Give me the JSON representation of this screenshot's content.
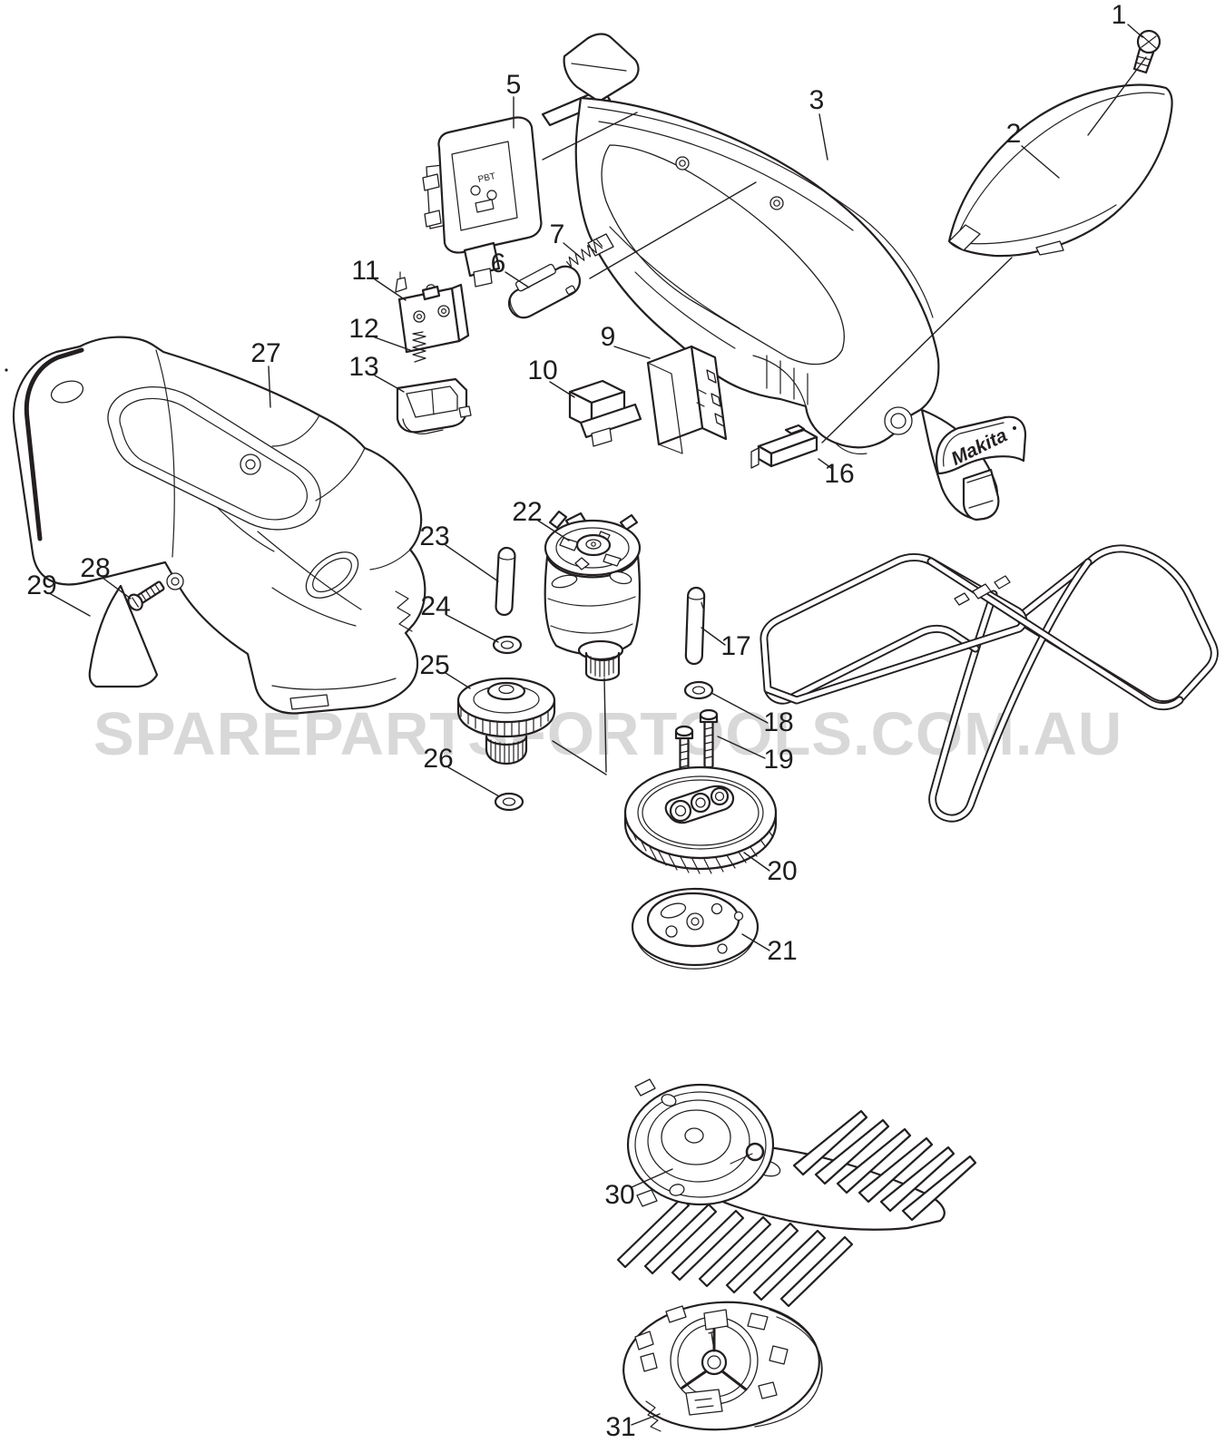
{
  "watermark": {
    "text": "SPAREPARTSFORTOOLS.COM.AU",
    "color": "#d8d8d8"
  },
  "brand_badge": {
    "text": "Makita"
  },
  "terminal_block": {
    "text": "PBT"
  },
  "colors": {
    "line": "#231f20",
    "background": "#ffffff",
    "label": "#1d1d1d"
  },
  "parts": {
    "p1": {
      "label": "1"
    },
    "p2": {
      "label": "2"
    },
    "p3": {
      "label": "3"
    },
    "p5": {
      "label": "5"
    },
    "p6": {
      "label": "6"
    },
    "p7": {
      "label": "7"
    },
    "p9": {
      "label": "9"
    },
    "p10": {
      "label": "10"
    },
    "p11": {
      "label": "11"
    },
    "p12": {
      "label": "12"
    },
    "p13": {
      "label": "13"
    },
    "p16": {
      "label": "16"
    },
    "p17": {
      "label": "17"
    },
    "p18": {
      "label": "18"
    },
    "p19": {
      "label": "19"
    },
    "p20": {
      "label": "20"
    },
    "p21": {
      "label": "21"
    },
    "p22": {
      "label": "22"
    },
    "p23": {
      "label": "23"
    },
    "p24": {
      "label": "24"
    },
    "p25": {
      "label": "25"
    },
    "p26": {
      "label": "26"
    },
    "p27": {
      "label": "27"
    },
    "p28": {
      "label": "28"
    },
    "p29": {
      "label": "29"
    },
    "p30": {
      "label": "30"
    },
    "p31": {
      "label": "31"
    }
  }
}
